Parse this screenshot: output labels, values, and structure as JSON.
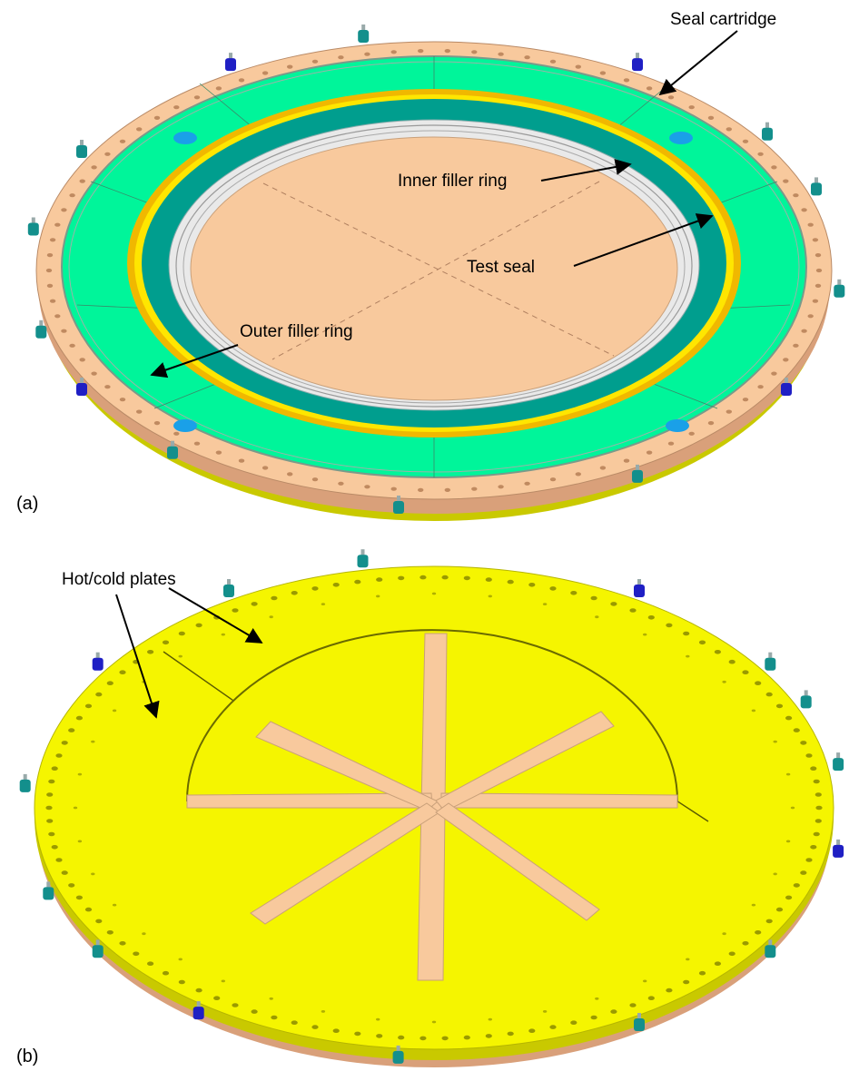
{
  "panel_a": {
    "panel_label": "(a)",
    "labels": {
      "seal_cartridge": "Seal cartridge",
      "inner_filler_ring": "Inner filler ring",
      "test_seal": "Test seal",
      "outer_filler_ring": "Outer filler ring"
    }
  },
  "panel_b": {
    "panel_label": "(b)",
    "labels": {
      "hot_cold_plates": "Hot/cold plates"
    }
  },
  "colors": {
    "cartridge": "#f8c99d",
    "outer_filler": "#00f59a",
    "inner_filler": "#009e8e",
    "test_seal": "#f0b800",
    "plate": "#f5f500",
    "plate_edge": "#c9c900",
    "fitting": "#138f8c",
    "valve": "#1f1fc4"
  }
}
